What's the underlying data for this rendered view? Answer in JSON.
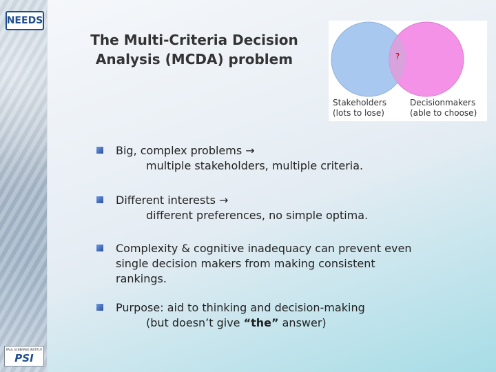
{
  "logos": {
    "top": "NEEDS",
    "bottom_small": "PAUL SCHERRER INSTITUT",
    "bottom": "PSI"
  },
  "title": {
    "line1": "The Multi-Criteria Decision",
    "line2": "Analysis (MCDA) problem"
  },
  "venn": {
    "question": "?",
    "left_label": "Stakeholders",
    "left_sub": "(lots to lose)",
    "right_label": "Decisionmakers",
    "right_sub": "(able to choose)",
    "colors": {
      "left": "#a9c8f0",
      "right": "#f38ce6"
    }
  },
  "bullets": [
    {
      "line1": "Big, complex problems →",
      "line2": "multiple stakeholders, multiple criteria."
    },
    {
      "line1": "Different interests →",
      "line2": "different preferences, no simple optima."
    },
    {
      "line1": "Complexity & cognitive inadequacy can prevent even",
      "line2": "single decision makers from making consistent",
      "line3": "rankings."
    },
    {
      "line1": "Purpose: aid to thinking and decision-making",
      "line2_pre": "(but doesn’t give ",
      "line2_bold": "“the”",
      "line2_post": " answer)"
    }
  ]
}
